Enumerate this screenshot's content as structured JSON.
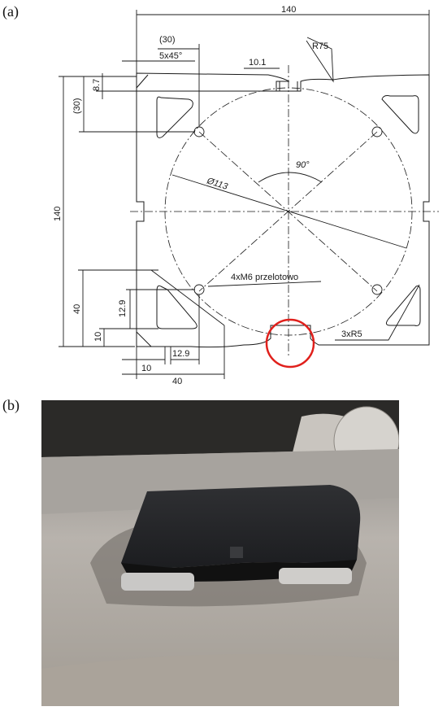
{
  "panels": {
    "a_label": "(a)",
    "b_label": "(b)"
  },
  "drawing": {
    "overall_width": "140",
    "overall_height": "140",
    "radius_top": "R75",
    "slot_width": "10.1",
    "top_offset_30": "(30)",
    "side_offset_30": "(30)",
    "chamfer": "5x45°",
    "top_depth": "8.7",
    "bolt_circle": "Ø113",
    "angle": "90°",
    "holes": "4xM6 przelotowo",
    "corner_radii": "3xR5",
    "corner_h_40": "40",
    "corner_h_12_9": "12.9",
    "corner_h_10": "10",
    "corner_w_10": "10",
    "corner_w_12_9": "12.9",
    "corner_w_40": "40"
  },
  "colors": {
    "line": "#1a1a1a",
    "highlight_circle": "#e0201c"
  }
}
